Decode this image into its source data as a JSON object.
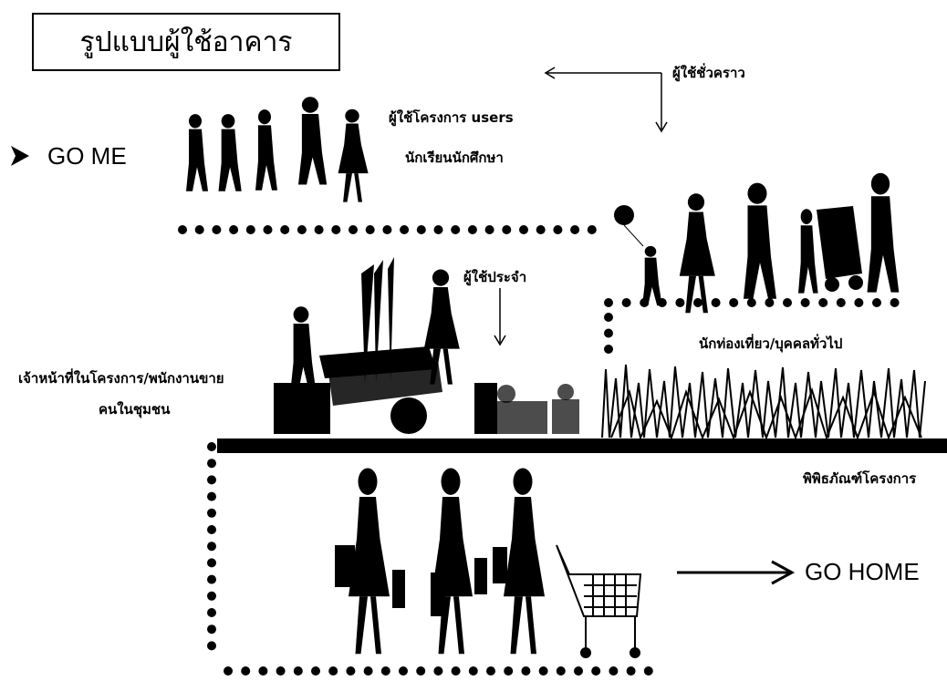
{
  "title": "รูปแบบผู้ใช้อาคาร",
  "labels": {
    "temporary_users": "ผู้ใช้ชั่วคราว",
    "project_users": "ผู้ใช้โครงการ users",
    "students": "นักเรียนนักศึกษา",
    "regular_users": "ผู้ใช้ประจำ",
    "tourists": "นักท่องเที่ยว/บุคคลทั่วไป",
    "staff": "เจ้าหน้าที่ในโครงการ/พนักงานขาย",
    "community": "คนในชุมชน",
    "museum": "พิพิธภัณฑ์โครงการ"
  },
  "flow": {
    "go_me": "GO ME",
    "go_home": "GO HOME"
  },
  "colors": {
    "ink": "#000000",
    "background": "#ffffff"
  },
  "figures": {
    "walking_group": "walking-people-silhouettes",
    "family_group": "family-with-stroller-silhouettes",
    "staff_group": "staff-with-carts-silhouettes",
    "shoppers_group": "shoppers-with-trolley-silhouettes",
    "grass": "grass-silhouette"
  }
}
